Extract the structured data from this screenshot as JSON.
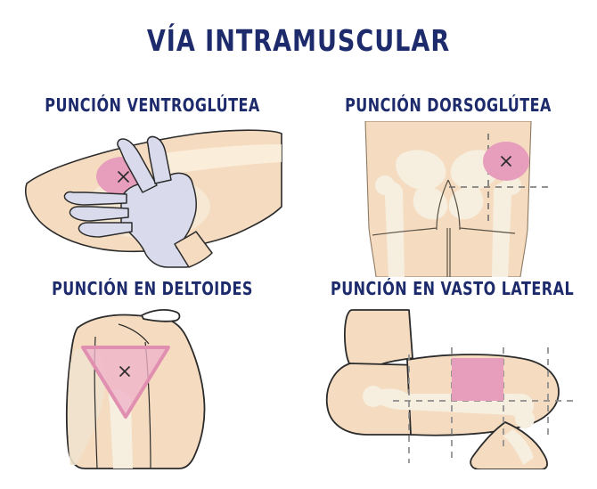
{
  "document": {
    "title": "VÍA INTRAMUSCULAR",
    "background_color": "#ffffff",
    "text_color": "#1d2b6c",
    "language": "es"
  },
  "palette": {
    "navy": "#1d2b6c",
    "skin": "#f5dcc0",
    "skin_shadow": "#f0e2cd",
    "bone": "#f6eedf",
    "pink_marker": "#e79ebc",
    "pink_fill_soft": "#eeb3c9",
    "pink_border": "#e08fb0",
    "glove": "#d9dbec",
    "outline": "#2b2b2b",
    "dashed_line": "#8c8c8c",
    "cross_mark": "#2b2b2b"
  },
  "panels": [
    {
      "id": "ventrogluteal",
      "title": "PUNCIÓN VENTROGLÚTEA",
      "site_marker": "x",
      "marker_shape": "circle",
      "illustration": "hip-with-gloved-hand"
    },
    {
      "id": "dorsogluteal",
      "title": "PUNCIÓN DORSOGLÚTEA",
      "site_marker": "x",
      "marker_shape": "oval-upper-outer-quadrant",
      "illustration": "buttocks-with-quadrant-lines"
    },
    {
      "id": "deltoid",
      "title": "PUNCIÓN EN DELTOIDES",
      "site_marker": "x",
      "marker_shape": "inverted-triangle",
      "illustration": "shoulder-upper-arm"
    },
    {
      "id": "vastus-lateralis",
      "title": "PUNCIÓN EN VASTO LATERAL",
      "site_marker": "",
      "marker_shape": "rectangle-middle-third",
      "illustration": "bent-leg-with-division-lines"
    }
  ]
}
